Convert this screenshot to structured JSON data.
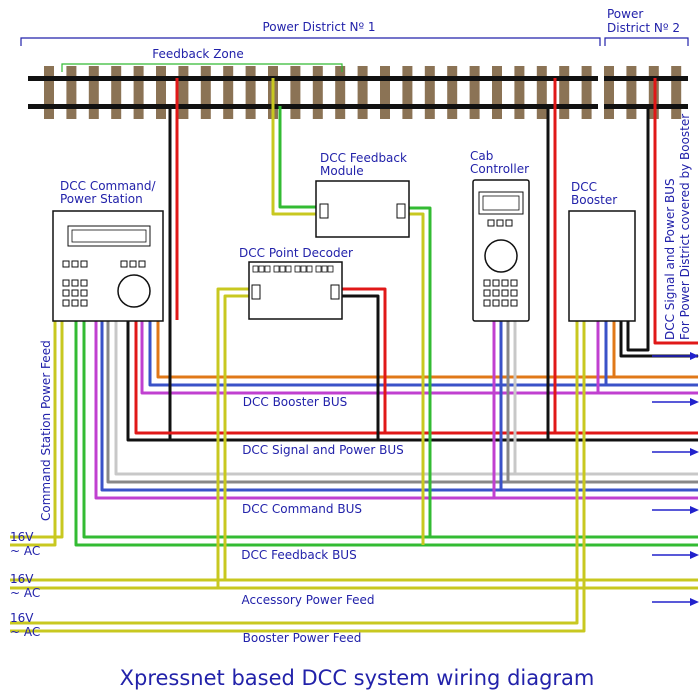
{
  "title": "Xpressnet based DCC system wiring diagram",
  "districts": {
    "d1": "Power District Nº 1",
    "d2_line1": "Power",
    "d2_line2": "District Nº 2"
  },
  "feedback_zone": "Feedback Zone",
  "devices": {
    "command_station": {
      "line1": "DCC Command/",
      "line2": "Power Station"
    },
    "feedback_module": {
      "line1": "DCC Feedback",
      "line2": "Module"
    },
    "point_decoder": {
      "line1": "DCC Point Decoder"
    },
    "cab_controller": {
      "line1": "Cab",
      "line2": "Controller"
    },
    "booster": {
      "line1": "DCC",
      "line2": "Booster"
    }
  },
  "buses": {
    "booster_bus": "DCC Booster BUS",
    "signal_power_bus": "DCC Signal and Power BUS",
    "command_bus": "DCC Command BUS",
    "feedback_bus": "DCC Feedback BUS",
    "accessory_feed": "Accessory Power Feed",
    "booster_feed": "Booster Power Feed"
  },
  "side_labels": {
    "cs_power_feed": "Command Station Power Feed",
    "right_line1": "DCC Signal and Power BUS",
    "right_line2": "For Power District covered by Booster"
  },
  "ac_labels": [
    {
      "v": "16V",
      "ac": "~ AC"
    },
    {
      "v": "16V",
      "ac": "~ AC"
    },
    {
      "v": "16V",
      "ac": "~ AC"
    }
  ],
  "colors": {
    "red": "#e01818",
    "black": "#111111",
    "orange": "#e07818",
    "blue": "#3a52c8",
    "magenta": "#c040d0",
    "lightgray": "#c8c8c8",
    "gray": "#888888",
    "green": "#33bb33",
    "yellowgreen": "#c8c820",
    "label_blue": "#2222aa",
    "rail": "#111111",
    "sleeper": "#8b7355"
  }
}
